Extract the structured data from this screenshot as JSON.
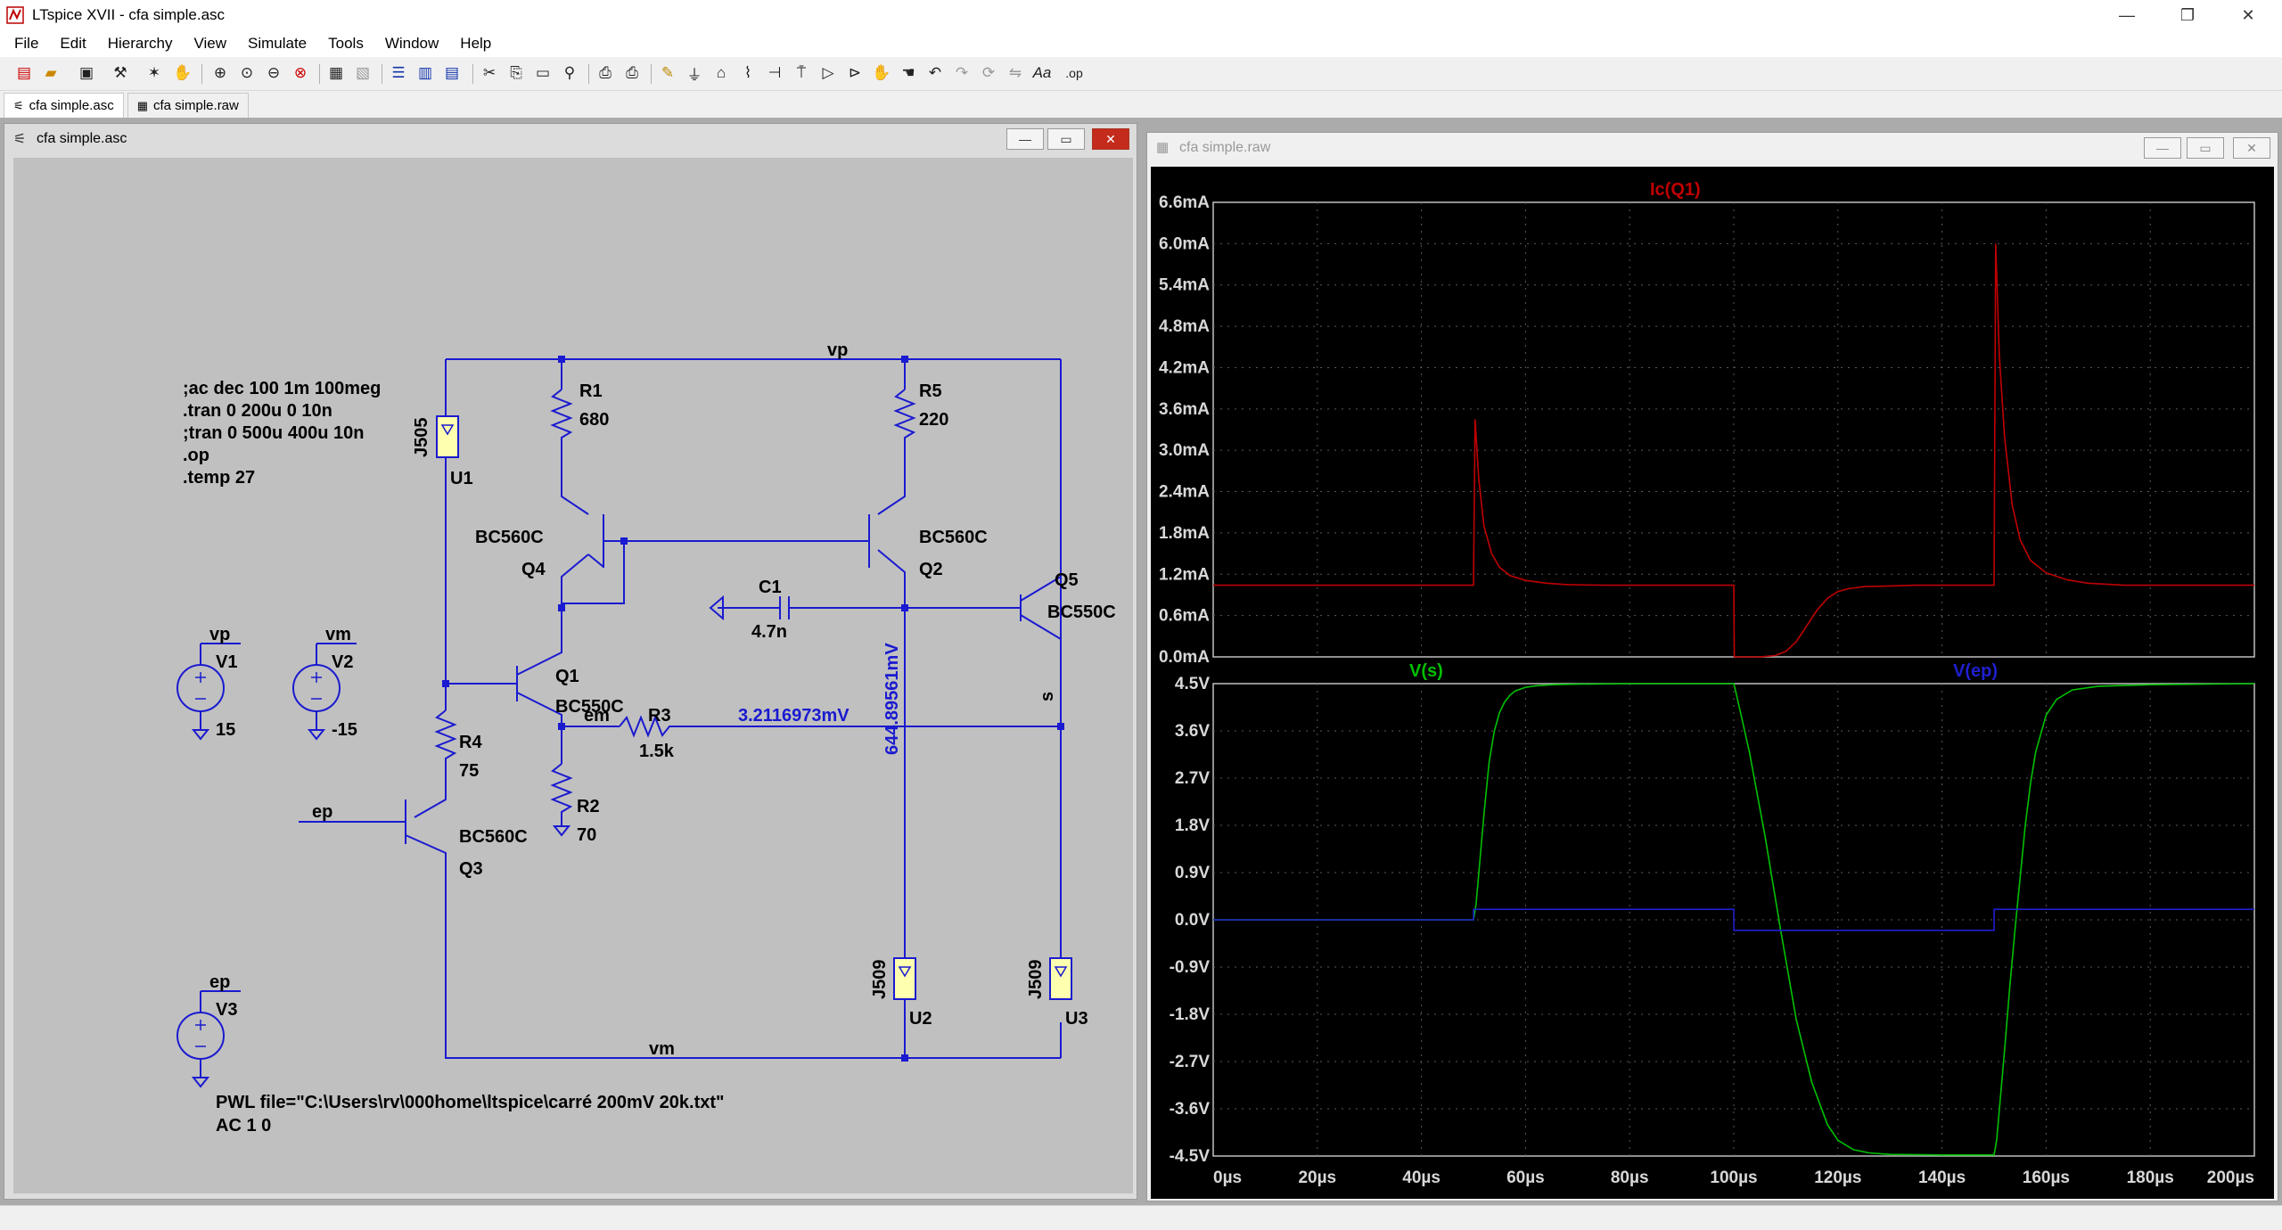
{
  "app": {
    "title": "LTspice XVII - cfa simple.asc",
    "window_controls": {
      "minimize": "—",
      "restore": "❐",
      "close": "✕"
    }
  },
  "menu": {
    "items": [
      "File",
      "Edit",
      "Hierarchy",
      "View",
      "Simulate",
      "Tools",
      "Window",
      "Help"
    ]
  },
  "tabs": [
    {
      "label": "cfa simple.asc",
      "icon": "schematic-icon",
      "active": true
    },
    {
      "label": "cfa simple.raw",
      "icon": "waveform-icon",
      "active": false
    }
  ],
  "schematic": {
    "title": "cfa simple.asc",
    "directives": [
      ";ac dec 100 1m 100meg",
      ".tran 0 200u 0 10n",
      ";tran 0 500u 400u 10n",
      ".op",
      ".temp 27"
    ],
    "nets": {
      "vp": "vp",
      "vm": "vm",
      "em": "em",
      "ep": "ep",
      "s": "s"
    },
    "components": {
      "R1": {
        "name": "R1",
        "value": "680"
      },
      "R5": {
        "name": "R5",
        "value": "220"
      },
      "R4": {
        "name": "R4",
        "value": "75"
      },
      "R2": {
        "name": "R2",
        "value": "70"
      },
      "R3": {
        "name": "R3",
        "value": "1.5k"
      },
      "C1": {
        "name": "C1",
        "value": "4.7n"
      },
      "Q1": {
        "name": "Q1",
        "model": "BC550C"
      },
      "Q2": {
        "name": "Q2",
        "model": "BC560C"
      },
      "Q3": {
        "name": "Q3",
        "model": "BC560C"
      },
      "Q4": {
        "name": "Q4",
        "model": "BC560C"
      },
      "Q5": {
        "name": "Q5",
        "model": "BC550C"
      },
      "U1": {
        "name": "U1",
        "model": "J505"
      },
      "U2": {
        "name": "U2",
        "model": "J509"
      },
      "U3": {
        "name": "U3",
        "model": "J509"
      },
      "V1": {
        "name": "V1",
        "net": "vp",
        "value": "15"
      },
      "V2": {
        "name": "V2",
        "net": "vm",
        "value": "-15"
      },
      "V3": {
        "name": "V3",
        "net": "ep",
        "value1": "PWL file=\"C:\\Users\\rv\\000home\\ltspice\\carré 200mV 20k.txt\"",
        "value2": "AC 1 0"
      }
    },
    "op_labels": {
      "em_voltage": "3.2116973mV",
      "c1_node_voltage": "644.89561mV"
    }
  },
  "waveform": {
    "title": "cfa simple.raw",
    "colors": {
      "background": "#000000",
      "grid": "#5a5a5a",
      "axis_text": "#d8d8d8",
      "ic_q1": "#c00000",
      "v_s": "#00c000",
      "v_ep": "#1f1fd0"
    }
  },
  "chart_data": [
    {
      "type": "line",
      "title": "Ic(Q1)",
      "x_unit": "µs",
      "xlim": [
        0,
        200
      ],
      "ylim": [
        0,
        6.6
      ],
      "y_ticks": [
        "6.6mA",
        "6.0mA",
        "5.4mA",
        "4.8mA",
        "4.2mA",
        "3.6mA",
        "3.0mA",
        "2.4mA",
        "1.8mA",
        "1.2mA",
        "0.6mA",
        "0.0mA"
      ],
      "grid": true,
      "series": [
        {
          "name": "Ic(Q1)",
          "color": "#c00000",
          "x": [
            0,
            50,
            50.3,
            51,
            52,
            53.5,
            55,
            57,
            60,
            64,
            68,
            75,
            100,
            100.1,
            105,
            108,
            110,
            112,
            114,
            116,
            118,
            120,
            122,
            125,
            130,
            135,
            150,
            150.3,
            151,
            152,
            153.5,
            155,
            157,
            160,
            164,
            168,
            175,
            200
          ],
          "y": [
            1.04,
            1.04,
            3.45,
            2.6,
            1.9,
            1.5,
            1.3,
            1.18,
            1.11,
            1.07,
            1.05,
            1.04,
            1.04,
            0.0,
            0.0,
            0.02,
            0.08,
            0.22,
            0.45,
            0.68,
            0.85,
            0.95,
            0.99,
            1.02,
            1.03,
            1.04,
            1.04,
            6.0,
            4.4,
            3.2,
            2.2,
            1.7,
            1.4,
            1.22,
            1.12,
            1.07,
            1.04,
            1.04
          ]
        }
      ]
    },
    {
      "type": "line",
      "title": "V(s), V(ep)",
      "x_unit": "µs",
      "xlim": [
        0,
        200
      ],
      "ylim": [
        -4.5,
        4.5
      ],
      "y_ticks": [
        "4.5V",
        "3.6V",
        "2.7V",
        "1.8V",
        "0.9V",
        "0.0V",
        "-0.9V",
        "-1.8V",
        "-2.7V",
        "-3.6V",
        "-4.5V"
      ],
      "x_ticks": [
        "0µs",
        "20µs",
        "40µs",
        "60µs",
        "80µs",
        "100µs",
        "120µs",
        "140µs",
        "160µs",
        "180µs",
        "200µs"
      ],
      "grid": true,
      "series": [
        {
          "name": "V(s)",
          "color": "#00c000",
          "x": [
            0,
            50,
            50.5,
            52,
            53,
            54,
            55,
            56,
            57,
            58,
            60,
            62,
            65,
            70,
            80,
            100,
            100.5,
            103,
            106,
            109,
            112,
            115,
            118,
            120,
            123,
            126,
            130,
            140,
            150,
            150.5,
            152,
            153,
            154,
            155,
            156,
            157,
            158,
            160,
            162,
            165,
            170,
            180,
            200
          ],
          "y": [
            0.0,
            0.0,
            0.3,
            2.0,
            3.0,
            3.6,
            3.95,
            4.15,
            4.28,
            4.36,
            4.43,
            4.46,
            4.48,
            4.49,
            4.5,
            4.5,
            4.3,
            3.2,
            1.6,
            -0.2,
            -1.9,
            -3.1,
            -3.9,
            -4.2,
            -4.38,
            -4.44,
            -4.47,
            -4.48,
            -4.48,
            -4.2,
            -2.5,
            -1.3,
            -0.2,
            0.8,
            1.8,
            2.6,
            3.2,
            3.9,
            4.2,
            4.38,
            4.45,
            4.48,
            4.5
          ]
        },
        {
          "name": "V(ep)",
          "color": "#1f1fd0",
          "x": [
            0,
            50,
            50.01,
            100,
            100.01,
            150,
            150.01,
            200
          ],
          "y": [
            0.0,
            0.0,
            0.2,
            0.2,
            -0.2,
            -0.2,
            0.2,
            0.2
          ]
        }
      ]
    }
  ]
}
